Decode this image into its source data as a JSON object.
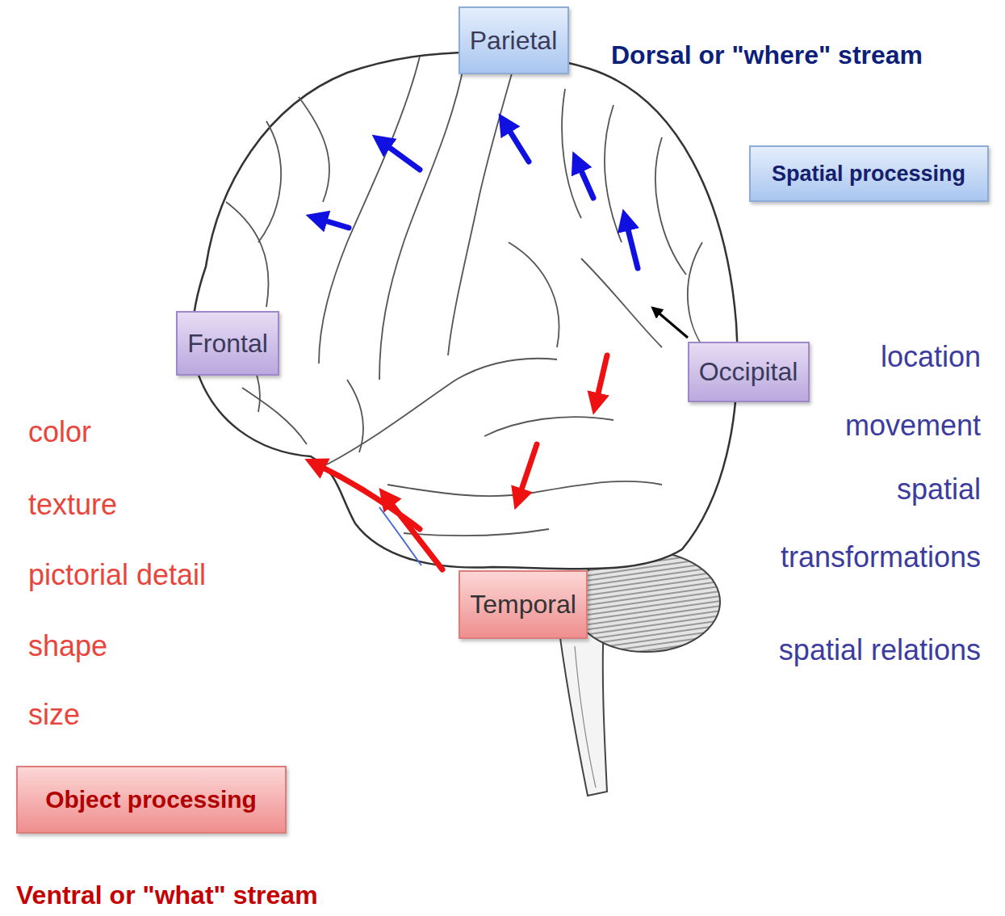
{
  "diagram": {
    "nodes": [
      {
        "text": [
          "Parietal"
        ]
      },
      {
        "text": [
          "Spatial processing"
        ]
      },
      {
        "text": [
          "Frontal"
        ]
      },
      {
        "text": [
          "Occipital"
        ]
      },
      {
        "text": [
          "Temporal"
        ]
      },
      {
        "text": [
          "Object processing"
        ]
      }
    ],
    "labels": [
      "Dorsal or \"where\" stream",
      "location",
      "movement",
      "spatial transformations",
      "spatial relations",
      "color",
      "texture",
      "pictorial detail",
      "shape",
      "size",
      "Ventral or \"what\" stream"
    ]
  }
}
